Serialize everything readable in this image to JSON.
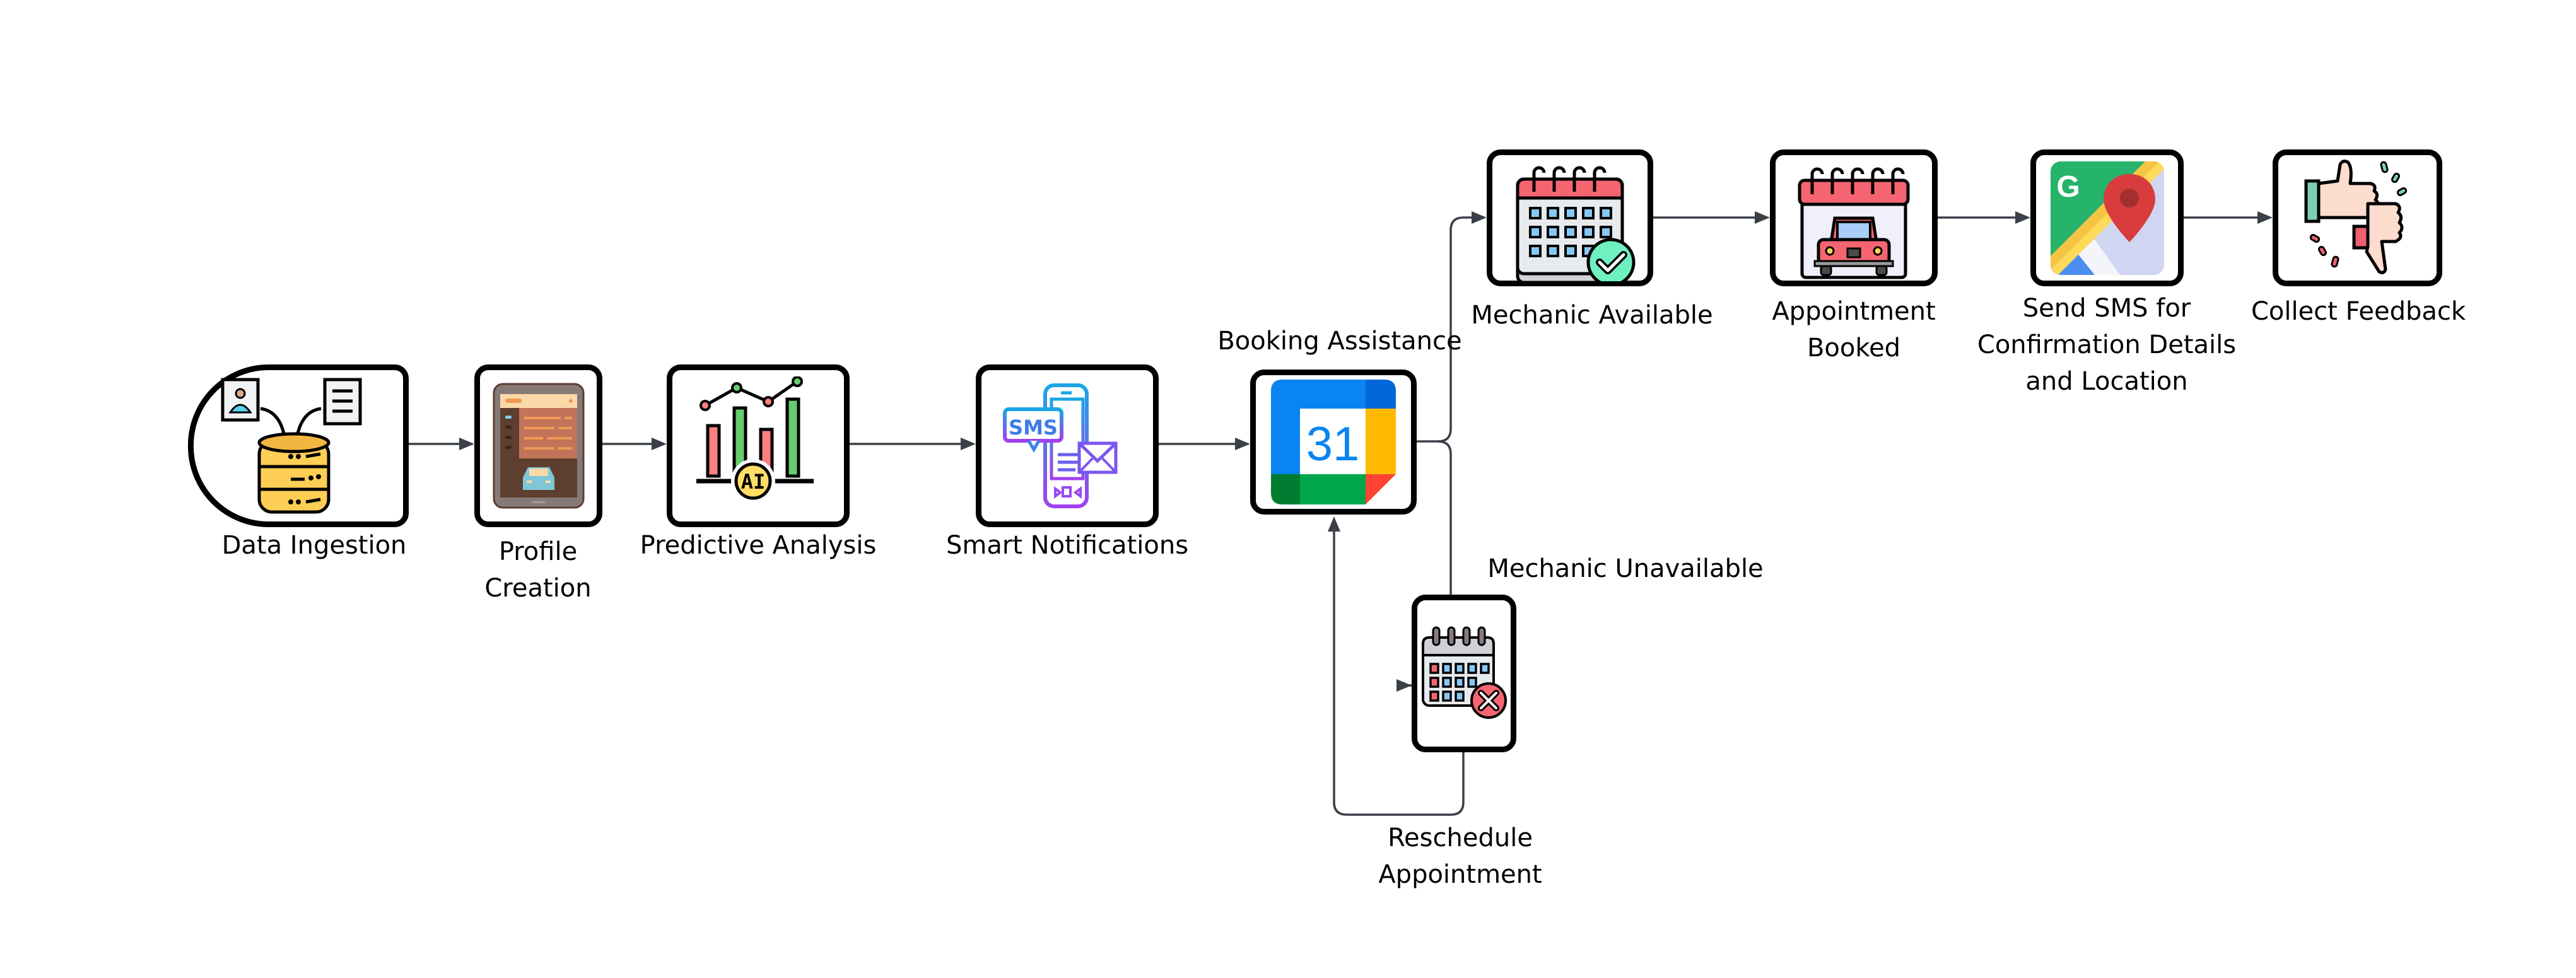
{
  "diagram": {
    "type": "flowchart",
    "nodes": [
      {
        "id": "data-ingestion",
        "label": "Data Ingestion",
        "icon": "database-with-profile-and-document-icon"
      },
      {
        "id": "profile-creation",
        "label_lines": [
          "Profile",
          "Creation"
        ],
        "icon": "tablet-car-profile-icon"
      },
      {
        "id": "predictive-analysis",
        "label": "Predictive Analysis",
        "icon": "ai-bar-chart-icon",
        "icon_badge": "AI"
      },
      {
        "id": "smart-notifications",
        "label": "Smart Notifications",
        "icon": "sms-phone-email-icon",
        "icon_text": "SMS"
      },
      {
        "id": "booking-assistance",
        "label": "Booking Assistance",
        "icon": "google-calendar-icon",
        "icon_text": "31"
      },
      {
        "id": "mechanic-available",
        "label": "Mechanic Available",
        "icon": "calendar-check-icon"
      },
      {
        "id": "appointment-booked",
        "label_lines": [
          "Appointment",
          "Booked"
        ],
        "icon": "calendar-car-icon"
      },
      {
        "id": "send-sms",
        "label_lines": [
          "Send SMS for",
          "Confirmation Details",
          "and Location"
        ],
        "icon": "google-maps-pin-icon",
        "icon_text": "G"
      },
      {
        "id": "collect-feedback",
        "label": "Collect Feedback",
        "icon": "thumbs-up-down-icon"
      },
      {
        "id": "mechanic-unavailable",
        "label": "Mechanic Unavailable",
        "icon": "calendar-cross-icon"
      }
    ],
    "edges": [
      {
        "from": "data-ingestion",
        "to": "profile-creation"
      },
      {
        "from": "profile-creation",
        "to": "predictive-analysis"
      },
      {
        "from": "predictive-analysis",
        "to": "smart-notifications"
      },
      {
        "from": "smart-notifications",
        "to": "booking-assistance"
      },
      {
        "from": "booking-assistance",
        "to": "mechanic-available"
      },
      {
        "from": "booking-assistance",
        "to": "mechanic-unavailable"
      },
      {
        "from": "mechanic-available",
        "to": "appointment-booked"
      },
      {
        "from": "appointment-booked",
        "to": "send-sms"
      },
      {
        "from": "send-sms",
        "to": "collect-feedback"
      },
      {
        "from": "mechanic-unavailable",
        "to": "booking-assistance",
        "label_lines": [
          "Reschedule",
          "Appointment"
        ]
      }
    ]
  },
  "colors": {
    "edge": "#3b4048",
    "node_border": "#000000",
    "gcal_blue": "#0a84f0",
    "gcal_dark_blue": "#0068d8",
    "gcal_yellow": "#ffb900",
    "gcal_green": "#00a64a",
    "gcal_dark_green": "#007b2f",
    "gcal_red": "#ff4433",
    "calendar_red": "#f56571",
    "check_green": "#6ef0c0",
    "bar_red": "#ff7f7f",
    "bar_green": "#66cc6e",
    "ai_yellow": "#ffdd66",
    "db_yellow": "#ffcf55"
  }
}
